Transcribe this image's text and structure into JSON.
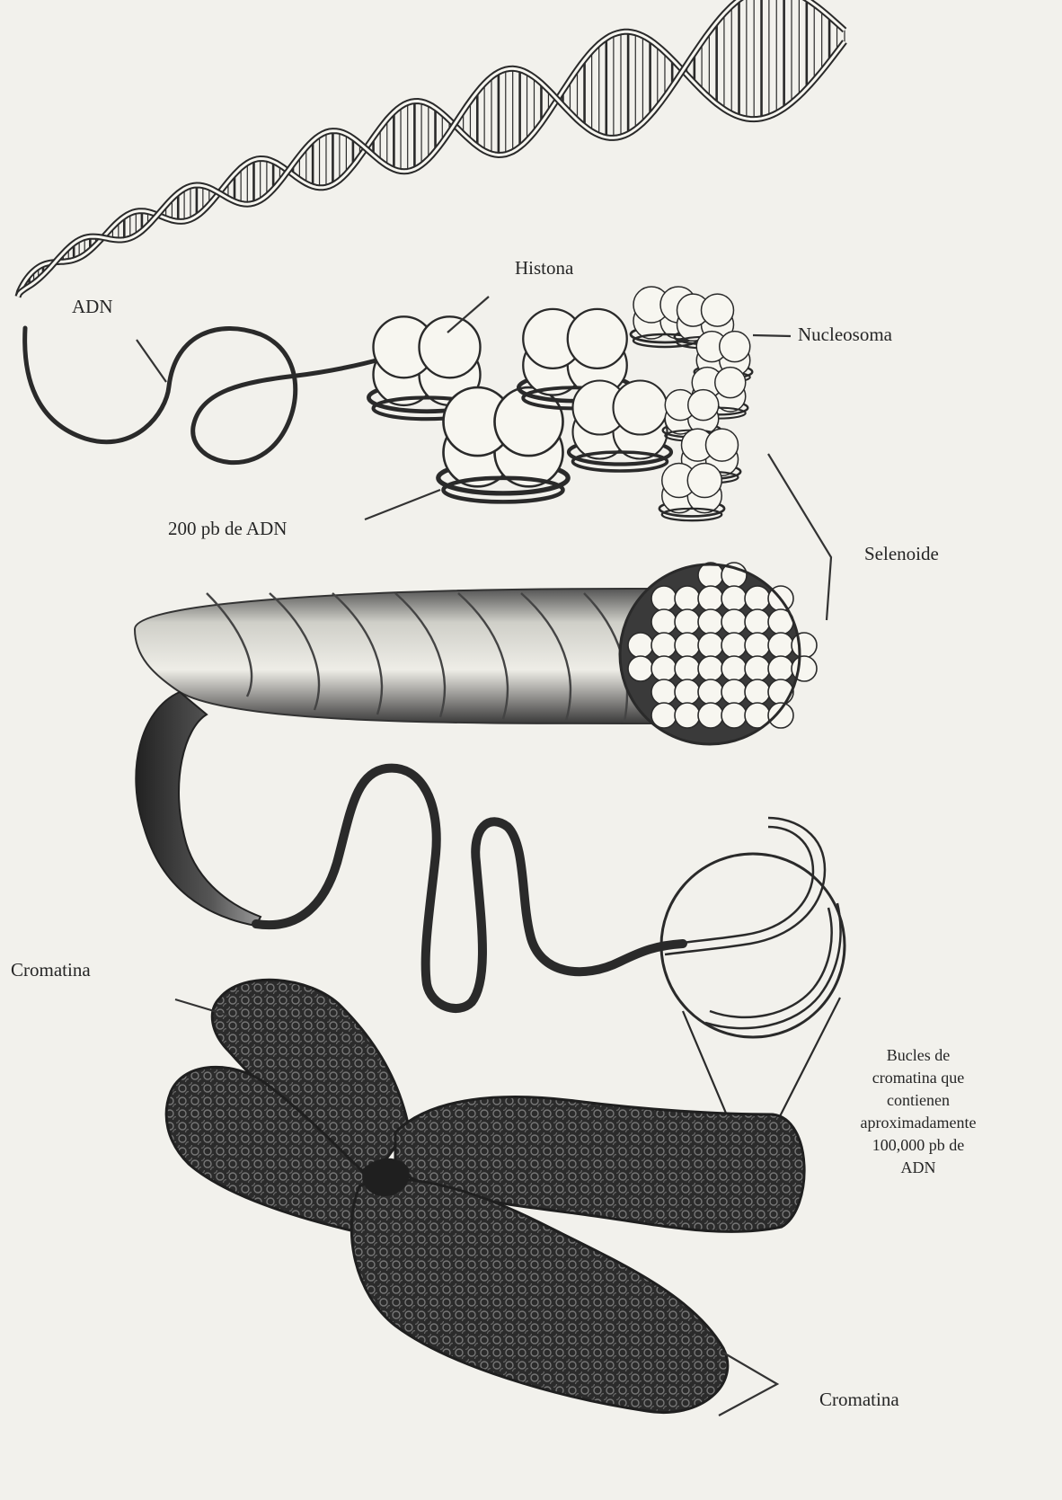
{
  "labels": {
    "adn": "ADN",
    "histona": "Histona",
    "nucleosoma": "Nucleosoma",
    "pb200": "200 pb de ADN",
    "selenoide": "Selenoide",
    "cromatina_left": "Cromatina",
    "bucles_lines": [
      "Bucles de",
      "cromatina que",
      "contienen",
      "aproximadamente",
      "100,000 pb de",
      "ADN"
    ],
    "cromatina_bottom": "Cromatina"
  },
  "colors": {
    "ink": "#2a2a2a",
    "paper": "#f2f1ec",
    "bead_fill": "#f7f6f0",
    "chromosome_fill": "#2b2b2b"
  }
}
